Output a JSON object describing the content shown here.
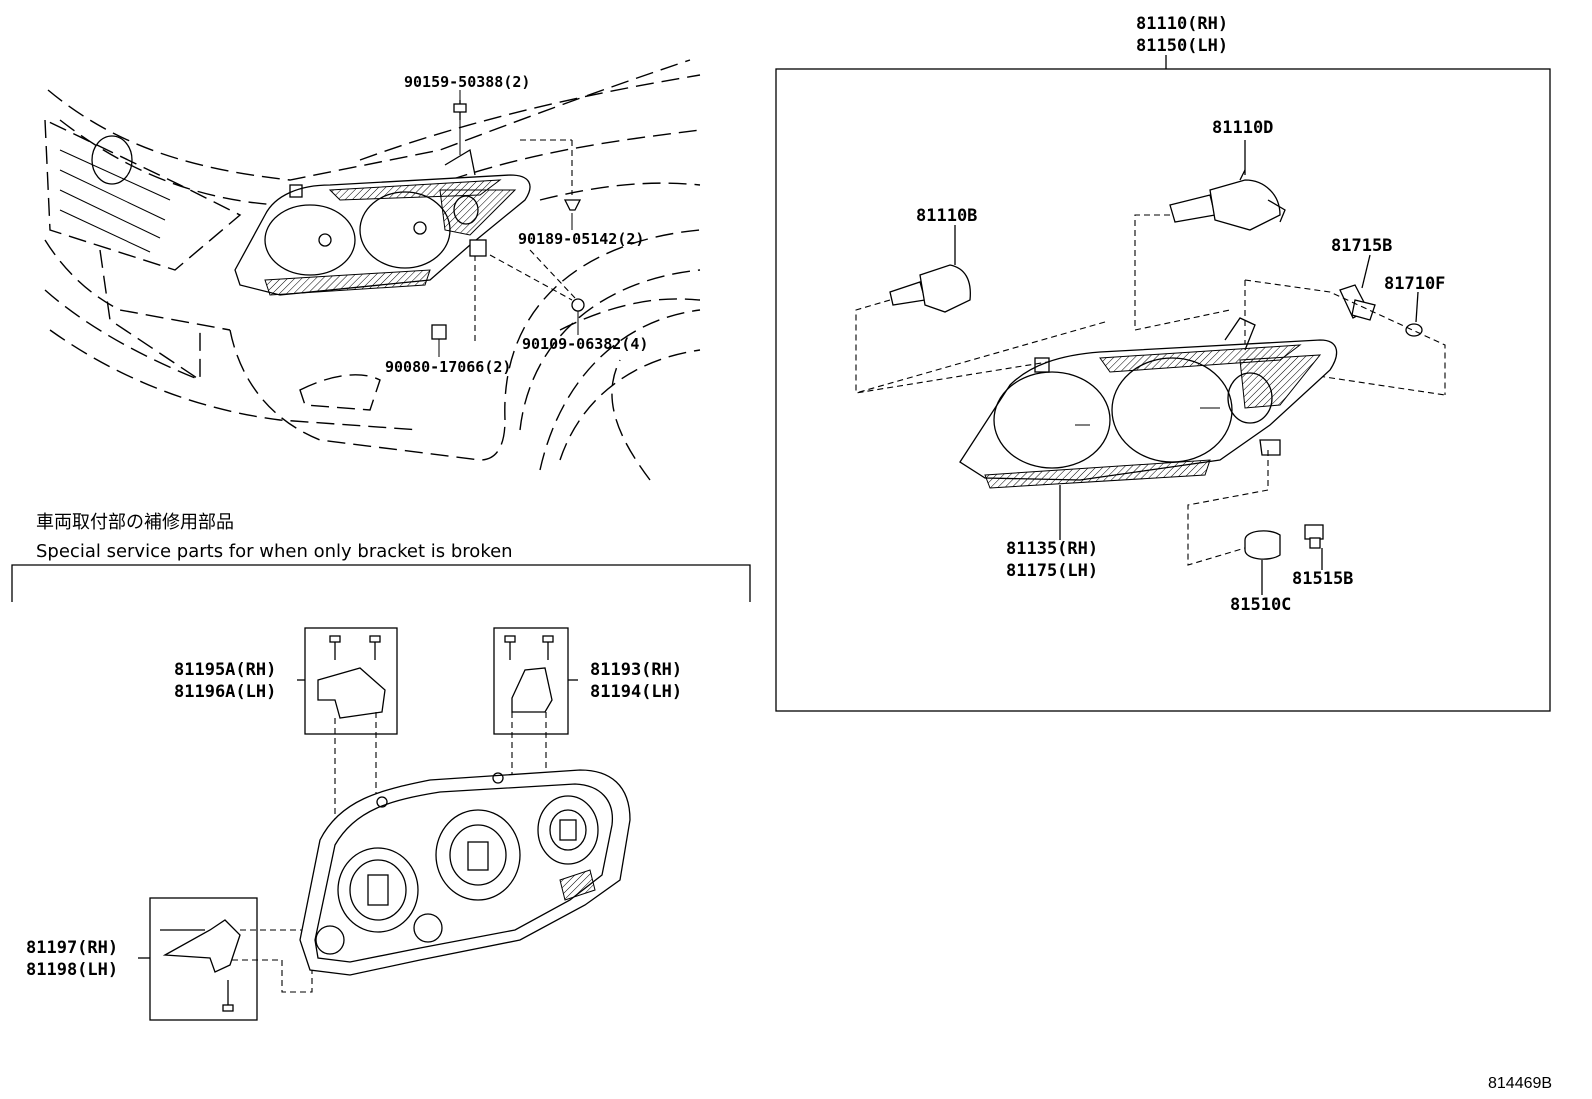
{
  "overview": {
    "callouts": [
      "90159-50388(2)",
      "90189-05142(2)",
      "90109-06382(4)",
      "90080-17066(2)"
    ]
  },
  "assembly": {
    "title_rh": "81110(RH)",
    "title_lh": "81150(LH)",
    "parts": {
      "bulb_d": "81110D",
      "bulb_b": "81110B",
      "socket_715b": "81715B",
      "bulb_710f": "81710F",
      "housing_rh": "81135(RH)",
      "housing_lh": "81175(LH)",
      "bulb_510c": "81510C",
      "socket_515b": "81515B"
    }
  },
  "service": {
    "title_jp": "車両取付部の補修用部品",
    "title_en": "Special service parts for when only bracket is broken",
    "kit_a_rh": "81195A(RH)",
    "kit_a_lh": "81196A(LH)",
    "kit_b_rh": "81193(RH)",
    "kit_b_lh": "81194(LH)",
    "kit_c_rh": "81197(RH)",
    "kit_c_lh": "81198(LH)"
  },
  "diagram_id": "814469B"
}
